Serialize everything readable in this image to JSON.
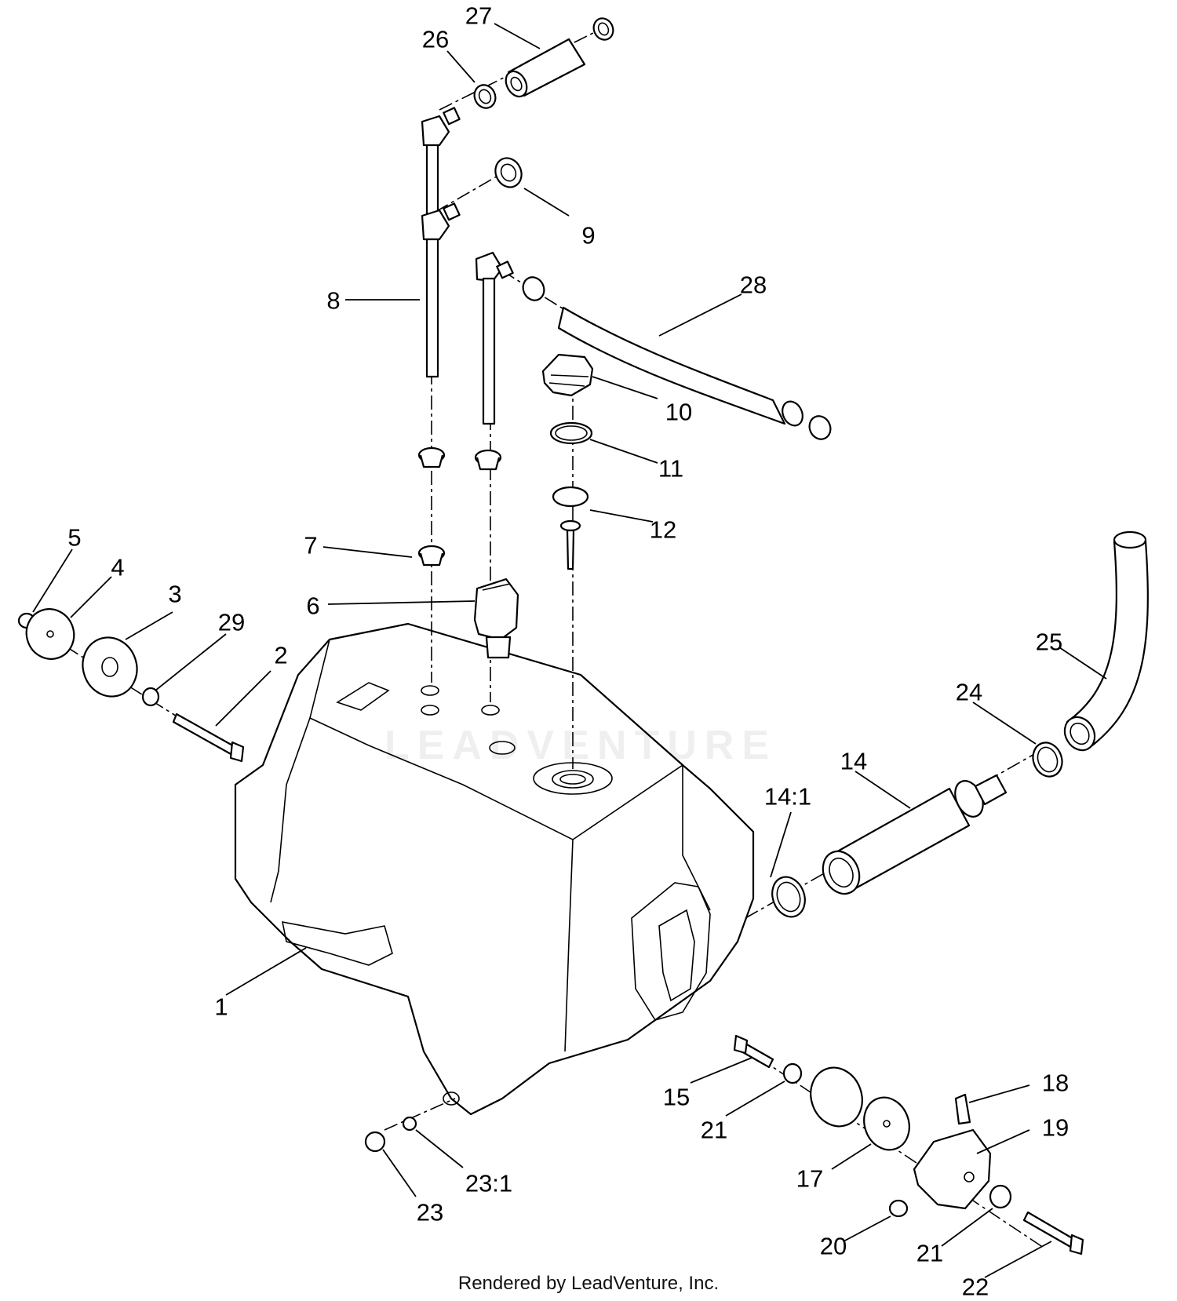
{
  "callouts": [
    {
      "id": "27",
      "label": "27"
    },
    {
      "id": "26",
      "label": "26"
    },
    {
      "id": "9",
      "label": "9"
    },
    {
      "id": "28",
      "label": "28"
    },
    {
      "id": "8",
      "label": "8"
    },
    {
      "id": "10",
      "label": "10"
    },
    {
      "id": "11",
      "label": "11"
    },
    {
      "id": "12",
      "label": "12"
    },
    {
      "id": "7",
      "label": "7"
    },
    {
      "id": "6",
      "label": "6"
    },
    {
      "id": "5",
      "label": "5"
    },
    {
      "id": "4",
      "label": "4"
    },
    {
      "id": "3",
      "label": "3"
    },
    {
      "id": "29",
      "label": "29"
    },
    {
      "id": "2",
      "label": "2"
    },
    {
      "id": "25",
      "label": "25"
    },
    {
      "id": "24",
      "label": "24"
    },
    {
      "id": "14",
      "label": "14"
    },
    {
      "id": "14_1",
      "label": "14:1"
    },
    {
      "id": "1",
      "label": "1"
    },
    {
      "id": "15",
      "label": "15"
    },
    {
      "id": "21a",
      "label": "21"
    },
    {
      "id": "18",
      "label": "18"
    },
    {
      "id": "19",
      "label": "19"
    },
    {
      "id": "17",
      "label": "17"
    },
    {
      "id": "23_1",
      "label": "23:1"
    },
    {
      "id": "23",
      "label": "23"
    },
    {
      "id": "20",
      "label": "20"
    },
    {
      "id": "21b",
      "label": "21"
    },
    {
      "id": "22",
      "label": "22"
    }
  ],
  "watermark": "LEADVENTURE",
  "footer": "Rendered by LeadVenture, Inc."
}
